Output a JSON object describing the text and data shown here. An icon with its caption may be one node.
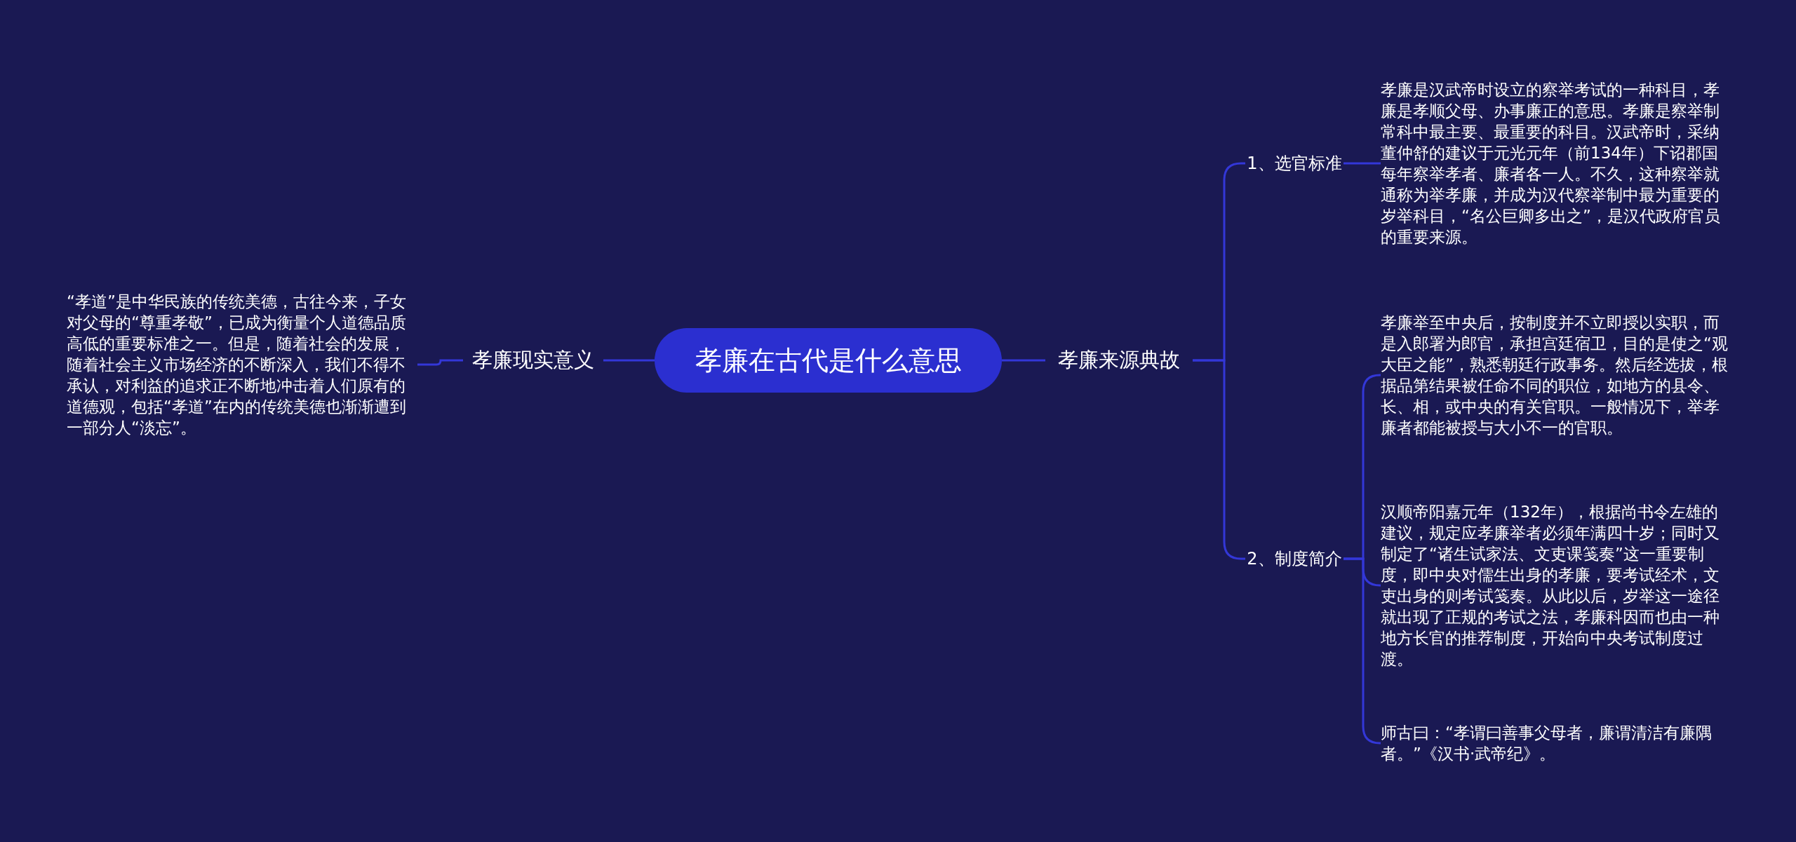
{
  "diagram": {
    "nodes": [
      {
        "text": [
          "孝廉在古代是什么意思"
        ]
      },
      {
        "text": [
          "孝廉来源典故"
        ]
      },
      {
        "text": [
          "1、选官标准"
        ]
      },
      {
        "text": [
          "孝廉是汉武帝时设立的察举考试的一种科目，孝廉是孝顺父母、办事廉正的意思。孝廉是察举制常科中最主要、最重要的科目。汉武帝时，采纳董仲舒的建议于元光元年（前134年）下诏郡国每年察举孝者、廉者各一人。不久，这种察举就通称为举孝廉，并成为汉代察举制中最为重要的岁举科目，“名公巨卿多出之”，是汉代政府官员的重要来源。"
        ]
      },
      {
        "text": [
          "2、制度简介"
        ]
      },
      {
        "text": [
          "孝廉举至中央后，按制度并不立即授以实职，而是入郎署为郎官，承担宫廷宿卫，目的是使之“观大臣之能”，熟悉朝廷行政事务。然后经选拔，根据品第结果被任命不同的职位，如地方的县令、长、相，或中央的有关官职。一般情况下，举孝廉者都能被授与大小不一的官职。"
        ]
      },
      {
        "text": [
          "汉顺帝阳嘉元年（132年），根据尚书令左雄的建议，规定应孝廉举者必须年满四十岁；同时又制定了“诸生试家法、文吏课笺奏”这一重要制度，即中央对儒生出身的孝廉，要考试经术，文吏出身的则考试笺奏。从此以后，岁举这一途径就出现了正规的考试之法，孝廉科因而也由一种地方长官的推荐制度，开始向中央考试制度过渡。"
        ]
      },
      {
        "text": [
          "师古曰：“孝谓曰善事父母者，廉谓清洁有廉隅者。”《汉书·武帝纪》。"
        ]
      },
      {
        "text": [
          "孝廉现实意义"
        ]
      },
      {
        "text": [
          "“孝道”是中华民族的传统美德，古往今来，子女对父母的“尊重孝敬”，已成为衡量个人道德品质高低的重要标准之一。但是，随着社会的发展，随着社会主义市场经济的不断深入，我们不得不承认，对利益的追求正不断地冲击着人们原有的道德观，包括“孝道”在内的传统美德也渐渐遭到一部分人“淡忘”。"
        ]
      }
    ],
    "edges": [
      {
        "from": 0,
        "to": 1,
        "arrow": "none"
      },
      {
        "from": 1,
        "to": 2,
        "arrow": "none"
      },
      {
        "from": 2,
        "to": 3,
        "arrow": "none"
      },
      {
        "from": 1,
        "to": 4,
        "arrow": "none"
      },
      {
        "from": 4,
        "to": 5,
        "arrow": "none"
      },
      {
        "from": 4,
        "to": 6,
        "arrow": "none"
      },
      {
        "from": 4,
        "to": 7,
        "arrow": "none"
      },
      {
        "from": 0,
        "to": 8,
        "arrow": "none"
      },
      {
        "from": 8,
        "to": 9,
        "arrow": "none"
      }
    ]
  }
}
